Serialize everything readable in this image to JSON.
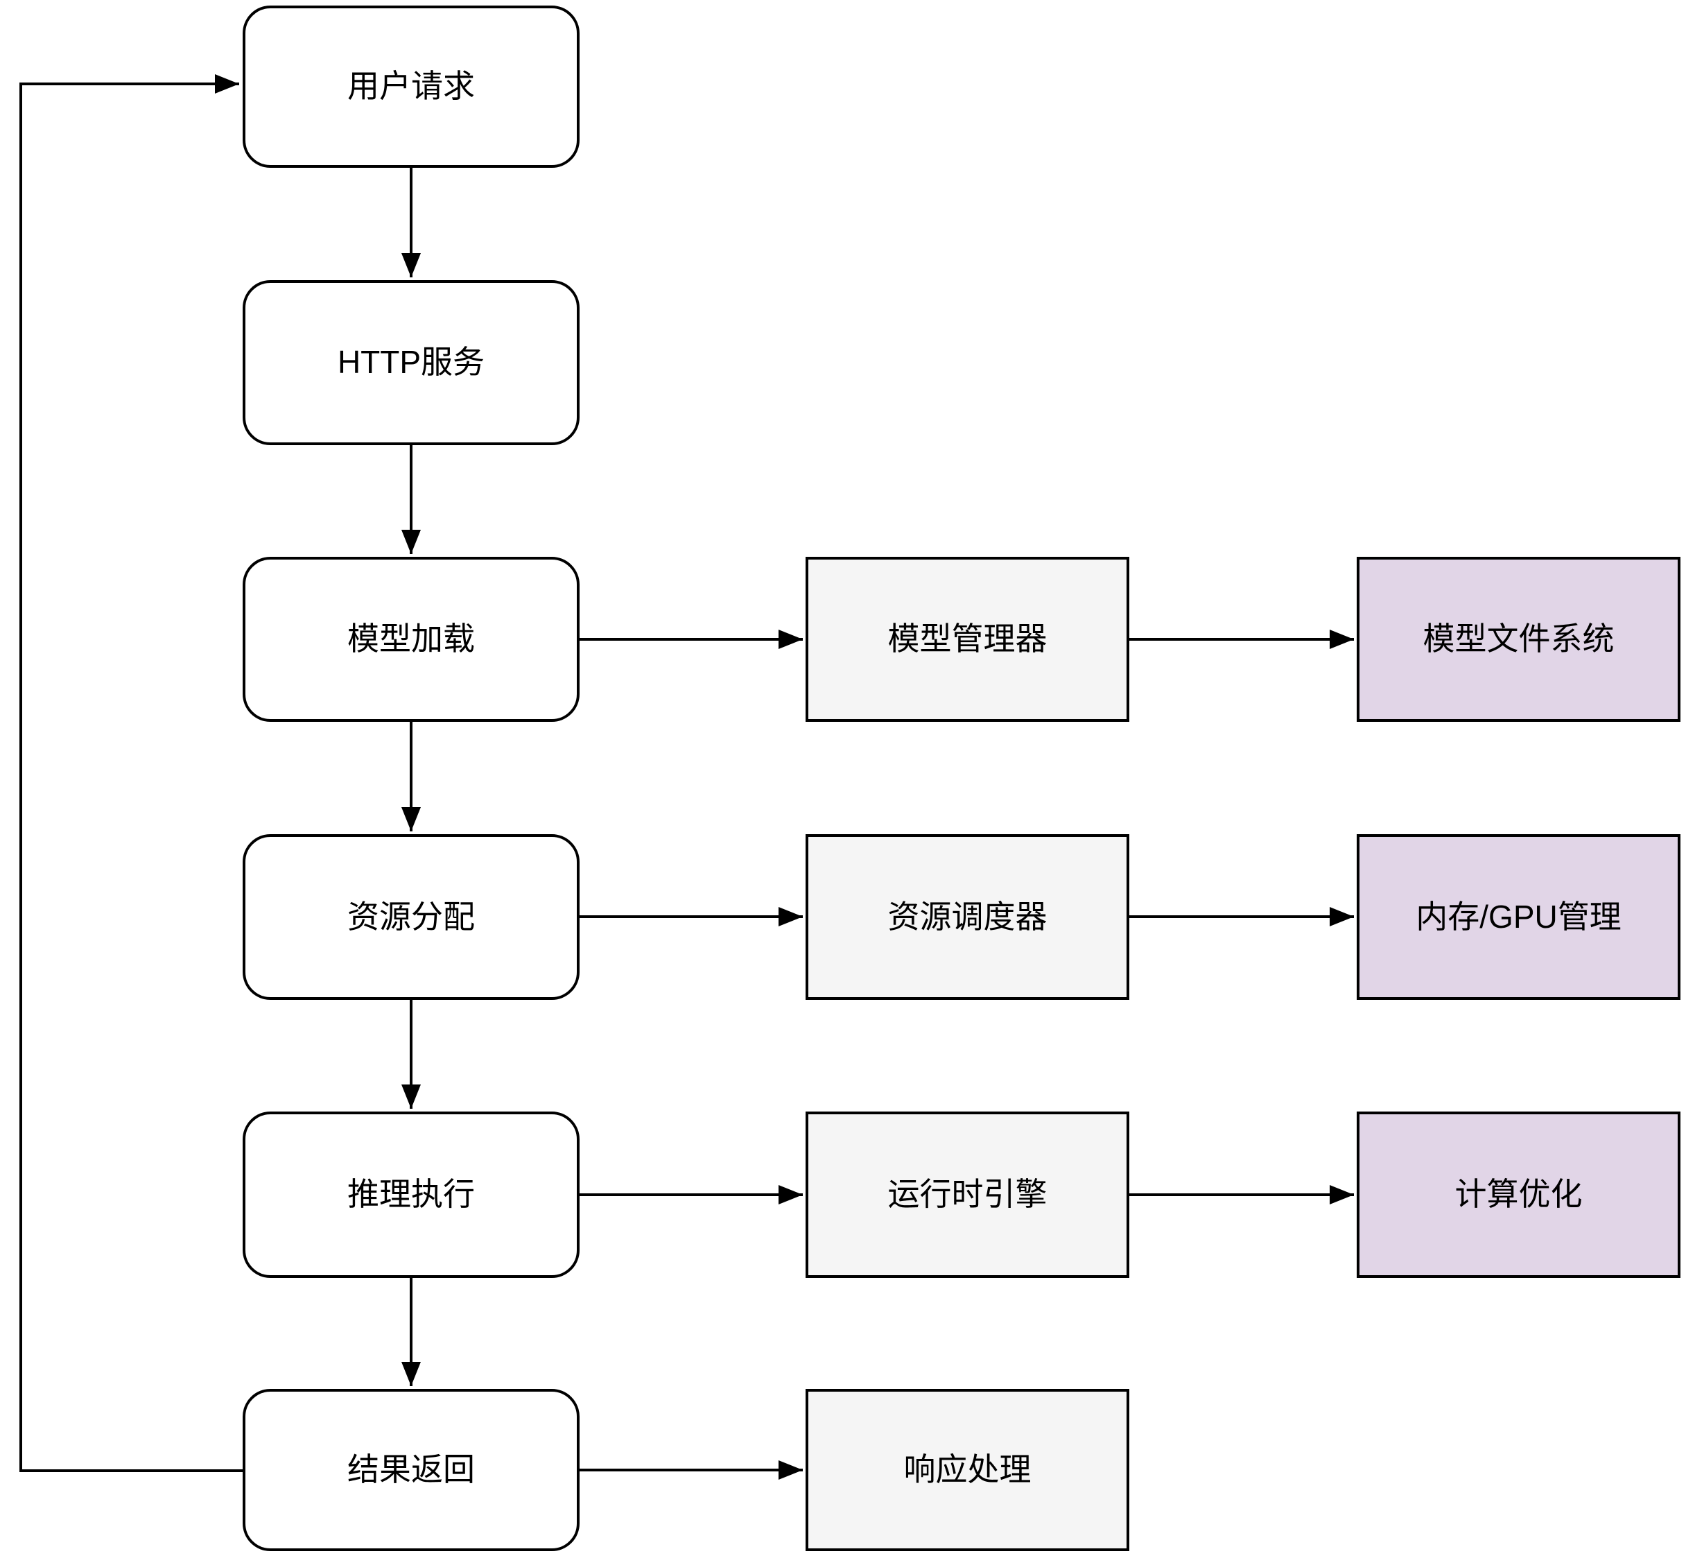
{
  "diagram": {
    "nodes": {
      "user_request": "用户请求",
      "http_service": "HTTP服务",
      "model_loading": "模型加载",
      "resource_allocation": "资源分配",
      "inference_execution": "推理执行",
      "result_return": "结果返回",
      "model_manager": "模型管理器",
      "resource_scheduler": "资源调度器",
      "runtime_engine": "运行时引擎",
      "response_processing": "响应处理",
      "model_file_system": "模型文件系统",
      "memory_gpu_management": "内存/GPU管理",
      "compute_optimization": "计算优化"
    },
    "colors": {
      "pipeline_fill": "#ffffff",
      "component_fill": "#f5f5f5",
      "resource_fill": "#e1d5e7",
      "stroke": "#000000"
    }
  }
}
